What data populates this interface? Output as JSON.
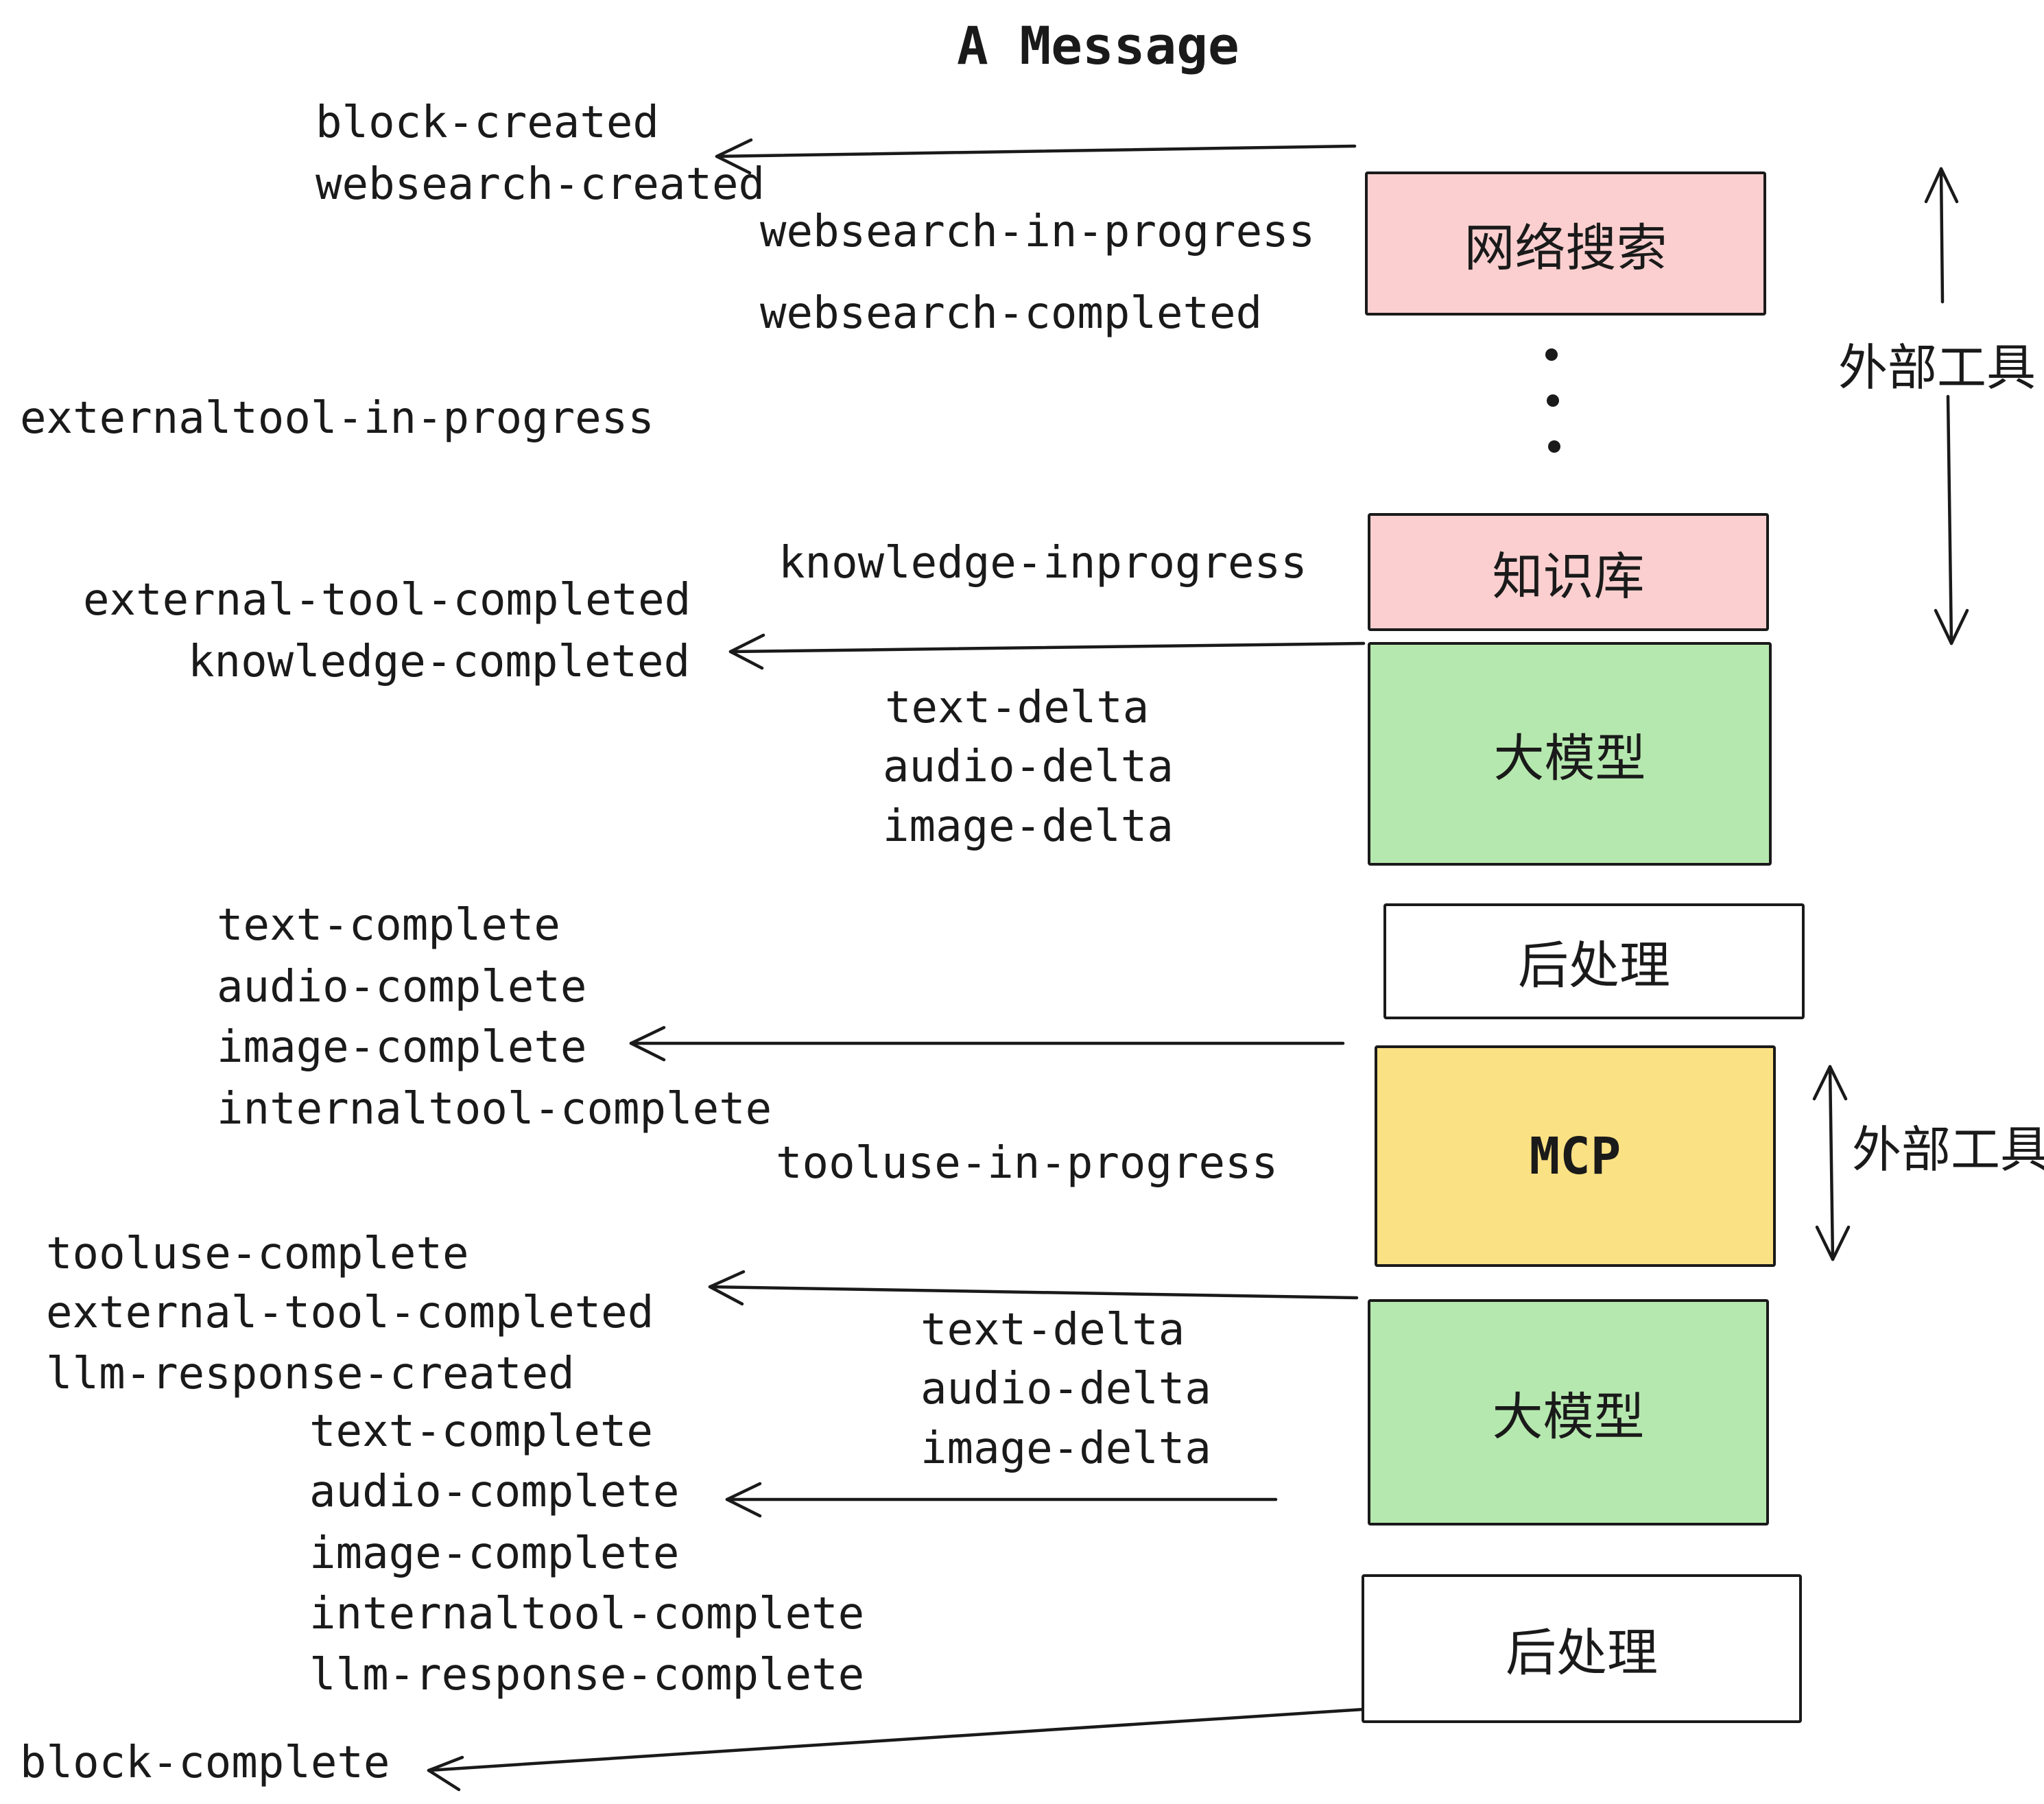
{
  "title": "A Message",
  "colors": {
    "pink": "#fbcfcf",
    "green": "#b5e8ae",
    "yellow": "#fae183",
    "white": "#ffffff",
    "ink": "#1a1a1a"
  },
  "boxes": [
    {
      "id": "websearch",
      "label": "网络搜索",
      "color": "#fbcfcf"
    },
    {
      "id": "knowledge",
      "label": "知识库",
      "color": "#fbcfcf"
    },
    {
      "id": "llm-1",
      "label": "大模型",
      "color": "#b5e8ae"
    },
    {
      "id": "post-1",
      "label": "后处理",
      "color": "#ffffff"
    },
    {
      "id": "mcp",
      "label": "MCP",
      "color": "#fae183"
    },
    {
      "id": "llm-2",
      "label": "大模型",
      "color": "#b5e8ae"
    },
    {
      "id": "post-2",
      "label": "后处理",
      "color": "#ffffff"
    }
  ],
  "side_labels": {
    "external_tool_top": "外部工具",
    "external_tool_mid": "外部工具"
  },
  "events": {
    "block_created": "block-created",
    "websearch_created": "websearch-created",
    "websearch_in_progress": "websearch-in-progress",
    "websearch_completed": "websearch-completed",
    "externaltool_in_progress": "externaltool-in-progress",
    "knowledge_inprogress": "knowledge-inprogress",
    "external_tool_completed_1": "external-tool-completed",
    "knowledge_completed": "knowledge-completed",
    "text_delta_1": "text-delta",
    "audio_delta_1": "audio-delta",
    "image_delta_1": "image-delta",
    "text_complete_1": "text-complete",
    "audio_complete_1": "audio-complete",
    "image_complete_1": "image-complete",
    "internaltool_complete_1": "internaltool-complete",
    "tooluse_in_progress": "tooluse-in-progress",
    "tooluse_complete": "tooluse-complete",
    "external_tool_completed_2": "external-tool-completed",
    "llm_response_created": "llm-response-created",
    "text_delta_2": "text-delta",
    "audio_delta_2": "audio-delta",
    "image_delta_2": "image-delta",
    "text_complete_2": "text-complete",
    "audio_complete_2": "audio-complete",
    "image_complete_2": "image-complete",
    "internaltool_complete_2": "internaltool-complete",
    "llm_response_complete": "llm-response-complete",
    "block_complete": "block-complete"
  }
}
